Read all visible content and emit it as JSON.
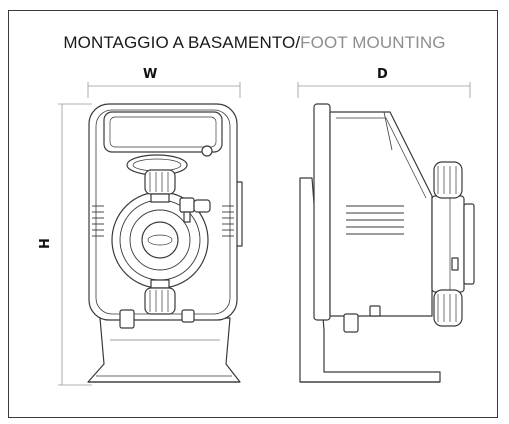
{
  "title": {
    "part1": "MONTAGGIO A BASAMENTO/",
    "part2": "FOOT MOUNTING"
  },
  "dimensions": {
    "width_label": "W",
    "depth_label": "D",
    "height_label": "H"
  },
  "colors": {
    "line": "#3a3a3a",
    "dim_line": "#9a9a9a",
    "title_accent": "#8e8e8e"
  }
}
